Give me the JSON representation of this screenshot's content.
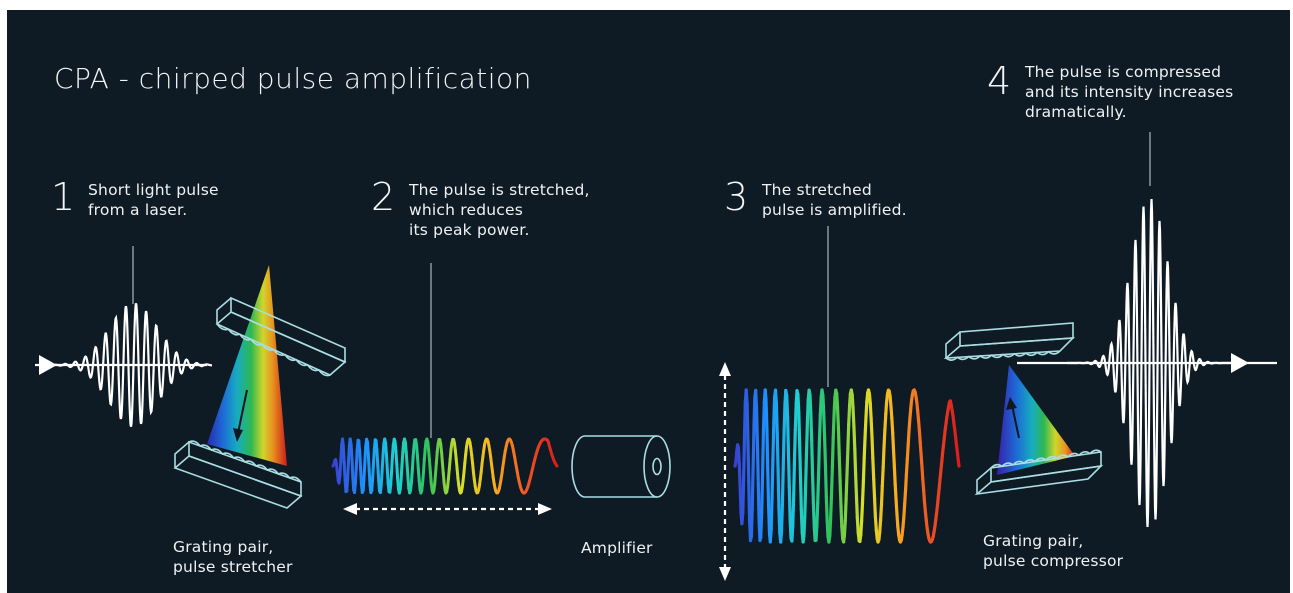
{
  "title": "CPA - chirped pulse amplification",
  "steps": [
    {
      "number": "1",
      "text": "Short light pulse\nfrom a laser."
    },
    {
      "number": "2",
      "text": "The pulse is stretched,\nwhich reduces\nits peak power."
    },
    {
      "number": "3",
      "text": "The stretched\npulse is amplified."
    },
    {
      "number": "4",
      "text": "The pulse is compressed\nand its intensity increases\ndramatically."
    }
  ],
  "labels": {
    "stretcher": "Grating pair,\npulse stretcher",
    "amplifier": "Amplifier",
    "compressor": "Grating pair,\npulse compressor"
  },
  "colors": {
    "background": "#0f1b24",
    "pulse": "#ffffff",
    "grating": "#a9dde3",
    "spectrum": [
      "#3a3fd0",
      "#1e90ff",
      "#1fd0d0",
      "#31c45a",
      "#d7df2a",
      "#f7b21e",
      "#f05a24",
      "#d81e1e"
    ]
  }
}
